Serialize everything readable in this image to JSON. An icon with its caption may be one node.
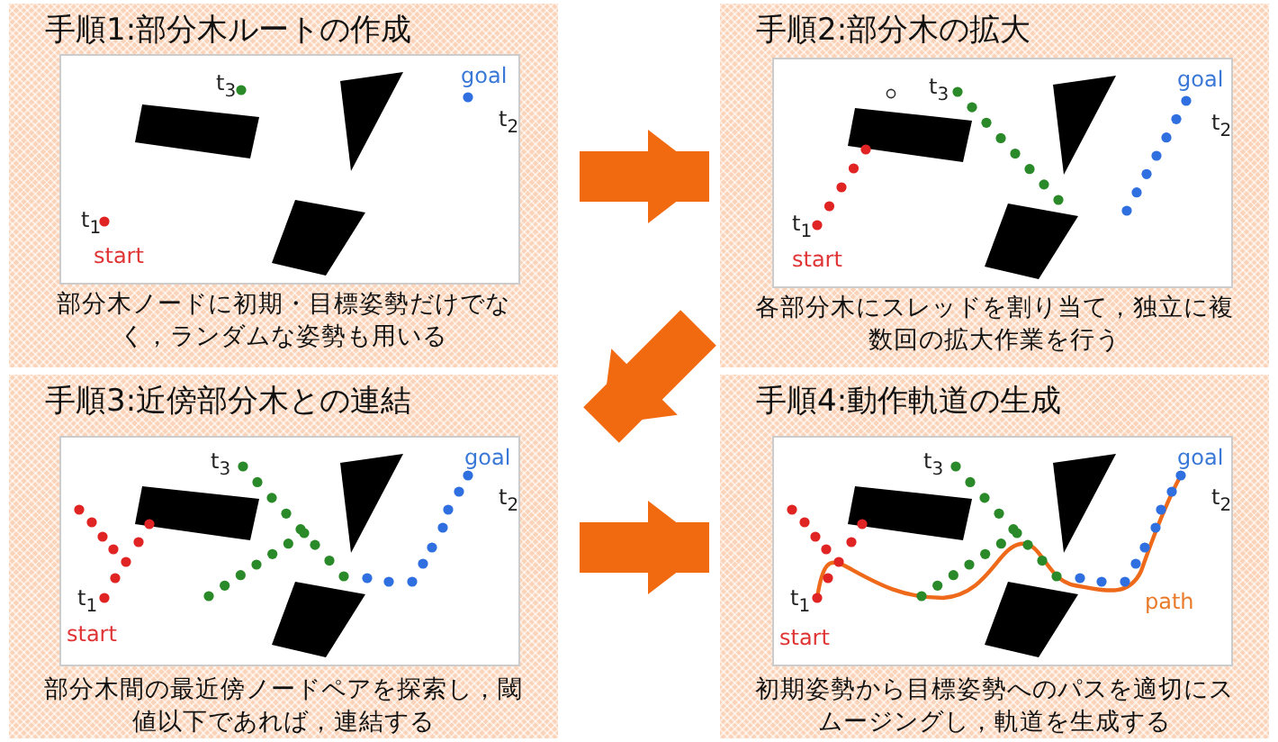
{
  "diagram": {
    "nodes": [
      {
        "text": [
          "手順1:部分木ルートの作成",
          "部分木ノードに初期・目標姿勢だけでなく，ランダムな姿勢も用いる"
        ]
      },
      {
        "text": [
          "手順2:部分木の拡大",
          "各部分木にスレッドを割り当て，独立に複数回の拡大作業を行う"
        ]
      },
      {
        "text": [
          "手順3:近傍部分木との連結",
          "部分木間の最近傍ノードペアを探索し，閾値以下であれば，連結する"
        ]
      },
      {
        "text": [
          "手順4:動作軌道の生成",
          "初期姿勢から目標姿勢へのパスを適切にスムージングし，軌道を生成する"
        ]
      }
    ],
    "edges": [
      {
        "from": 0,
        "to": 1,
        "arrow": "to"
      },
      {
        "from": 1,
        "to": 2,
        "arrow": "to"
      },
      {
        "from": 2,
        "to": 3,
        "arrow": "to"
      }
    ],
    "labels": [
      "t$_{3}$",
      "goal",
      "t$_{2}$",
      "t$_{1}$",
      "start",
      "t$_{3}$",
      "goal",
      "t$_{2}$",
      "t$_{1}$",
      "start",
      "t$_{3}$",
      "goal",
      "t$_{2}$",
      "t$_{1}$",
      "start",
      "t$_{3}$",
      "goal",
      "t$_{2}$",
      "t$_{1}$",
      "path",
      "start"
    ]
  }
}
